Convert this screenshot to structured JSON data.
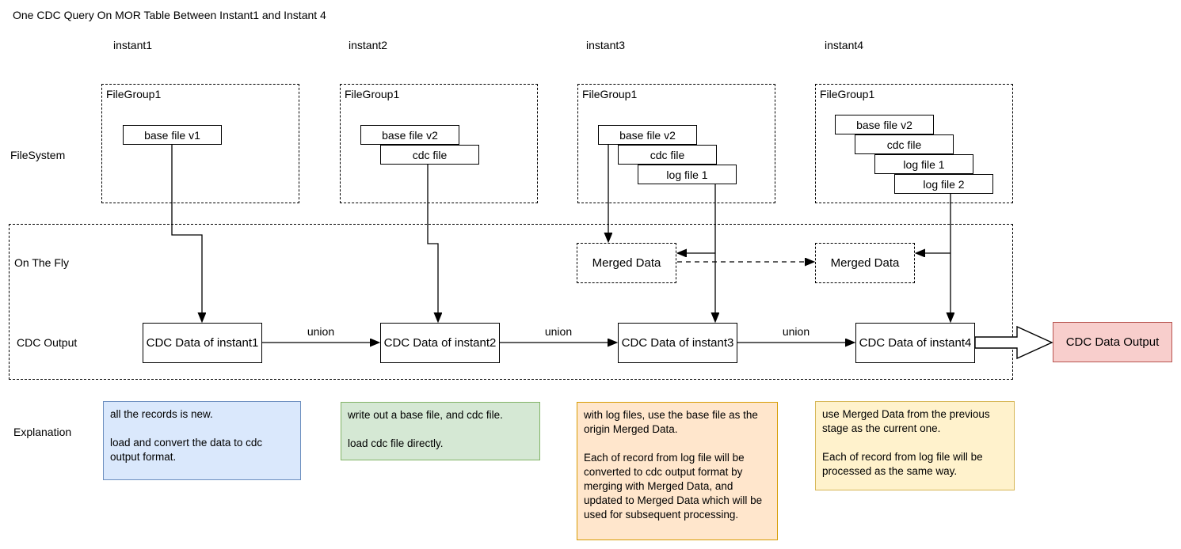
{
  "title": "One CDC Query On MOR Table Between Instant1 and Instant 4",
  "row_labels": {
    "filesystem": "FileSystem",
    "on_the_fly": "On The Fly",
    "cdc_output": "CDC Output",
    "explanation": "Explanation"
  },
  "union_label": "union",
  "output_box": {
    "label": "CDC Data Output",
    "fill": "#f8cecc",
    "border": "#b85450"
  },
  "columns": [
    {
      "label": "instant1",
      "filegroup_label": "FileGroup1",
      "files": [
        "base file v1"
      ],
      "cdc_box": "CDC Data of instant1"
    },
    {
      "label": "instant2",
      "filegroup_label": "FileGroup1",
      "files": [
        "base file v2",
        "cdc file"
      ],
      "cdc_box": "CDC Data of instant2"
    },
    {
      "label": "instant3",
      "filegroup_label": "FileGroup1",
      "files": [
        "base file v2",
        "cdc file",
        "log file 1"
      ],
      "cdc_box": "CDC Data of instant3",
      "merged_label": "Merged Data"
    },
    {
      "label": "instant4",
      "filegroup_label": "FileGroup1",
      "files": [
        "base file v2",
        "cdc file",
        "log file 1",
        "log file 2"
      ],
      "cdc_box": "CDC Data of instant4",
      "merged_label": "Merged Data"
    }
  ],
  "explanations": [
    {
      "text": "all the records is new.\n\nload and convert the data to cdc output format.",
      "fill": "#dae8fc",
      "border": "#6c8ebf"
    },
    {
      "text": "write out a base file, and cdc file.\n\nload cdc file directly.",
      "fill": "#d5e8d4",
      "border": "#82b366"
    },
    {
      "text": "with log files, use the base file as the origin Merged Data.\n\nEach of record from log file will be converted to cdc output format by merging with Merged Data, and updated to Merged Data which will be used for subsequent processing.",
      "fill": "#ffe6cc",
      "border": "#d79b00"
    },
    {
      "text": "use Merged Data from the previous stage as the current one.\n\nEach of record from log file will be processed as the same way.",
      "fill": "#fff2cc",
      "border": "#d6b656"
    }
  ]
}
